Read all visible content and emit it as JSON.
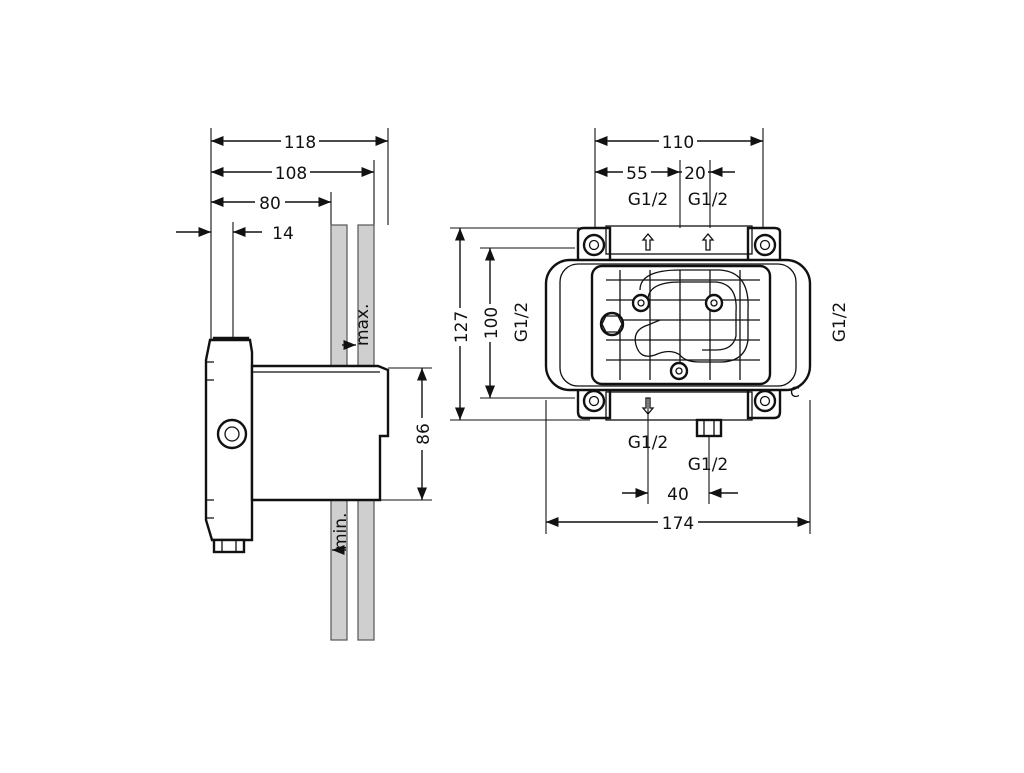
{
  "drawing": {
    "side_view": {
      "dim_overall": "118",
      "dim_mid": "108",
      "dim_inner": "80",
      "dim_offset": "14",
      "dim_height": "86",
      "label_max": "max.",
      "label_min": "min."
    },
    "front_view": {
      "dim_width_top": "110",
      "dim_left_port": "55",
      "dim_right_port": "20",
      "port_top_left": "G1/2",
      "port_top_right": "G1/2",
      "dim_height_outer": "127",
      "dim_height_inner": "100",
      "port_left": "G1/2",
      "port_right": "G1/2",
      "port_bottom_left": "G1/2",
      "port_bottom_right": "G1/2",
      "dim_port_spacing": "40",
      "dim_width_bottom": "174"
    }
  },
  "colors": {
    "line": "#111111",
    "wall_fill": "#cfcfcf",
    "background": "#ffffff"
  }
}
